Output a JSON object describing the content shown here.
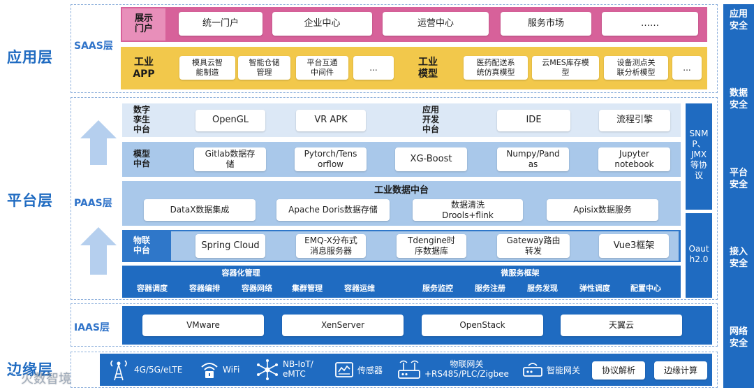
{
  "layers": {
    "app": "应用层",
    "platform": "平台层",
    "edge": "边缘层"
  },
  "saas": {
    "label": "SAAS层",
    "display_header": "展示\n门户",
    "portals": [
      "统一门户",
      "企业中心",
      "运营中心",
      "服务市场",
      "……"
    ],
    "industrial_app_header": "工业\nAPP",
    "apps": [
      "模具云智\n能制造",
      "智能仓储\n管理",
      "平台互通\n中间件",
      "..."
    ],
    "industrial_model_header": "工业\n模型",
    "models": [
      "医药配送系\n统仿真模型",
      "云MES库存模\n型",
      "设备测点关\n联分析模型",
      "..."
    ]
  },
  "paas": {
    "label": "PAAS层",
    "twin_header": "数字\n孪生\n中台",
    "twin_items": [
      "OpenGL",
      "VR APK"
    ],
    "appdev_header": "应用\n开发\n中台",
    "appdev_items": [
      "IDE",
      "流程引擎"
    ],
    "model_header": "模型\n中台",
    "model_items": [
      "Gitlab数据存\n储",
      "Pytorch/Tens\norflow",
      "XG-Boost",
      "Numpy/Pand\nas",
      "Jupyter\nnotebook"
    ],
    "data_title": "工业数据中台",
    "data_items": [
      "DataX数据集成",
      "Apache Doris数据存储",
      "数据清洗\nDrools+flink",
      "Apisix数据服务"
    ],
    "iot_header": "物联\n中台",
    "iot_items": [
      "Spring Cloud",
      "EMQ-X分布式\n消息服务器",
      "Tdengine时\n序数据库",
      "Gateway路由\n转发",
      "Vue3框架"
    ],
    "container_title": "容器化管理",
    "container_items": [
      "容器调度",
      "容器编排",
      "容器网络",
      "集群管理",
      "容器运维"
    ],
    "micro_title": "微服务框架",
    "micro_items": [
      "服务监控",
      "服务注册",
      "服务发现",
      "弹性调度",
      "配置中心"
    ],
    "protocols": "SNM\nP、\nJMX\n等协\n议",
    "oauth": "Oaut\nh2.0"
  },
  "iaas": {
    "label": "IAAS层",
    "items": [
      "VMware",
      "XenServer",
      "OpenStack",
      "天翼云"
    ]
  },
  "edge": {
    "items": [
      "4G/5G/eLTE",
      "WiFi",
      "NB-IoT/\neMTC",
      "传感器",
      "物联网关\n+RS485/PLC/Zigbee",
      "智能网关"
    ],
    "buttons": [
      "协议解析",
      "边缘计算"
    ],
    "watermark": "火数智境"
  },
  "security": [
    "应用\n安全",
    "数据\n安全",
    "平台\n安全",
    "接入\n安全",
    "网络\n安全"
  ],
  "colors": {
    "blue_dark": "#1f6bc1",
    "blue_mid": "#2f77c9",
    "blue_light": "#a9c8ea",
    "blue_pale": "#dce8f6",
    "pink": "#d7619a",
    "yellow": "#f2c84b"
  }
}
